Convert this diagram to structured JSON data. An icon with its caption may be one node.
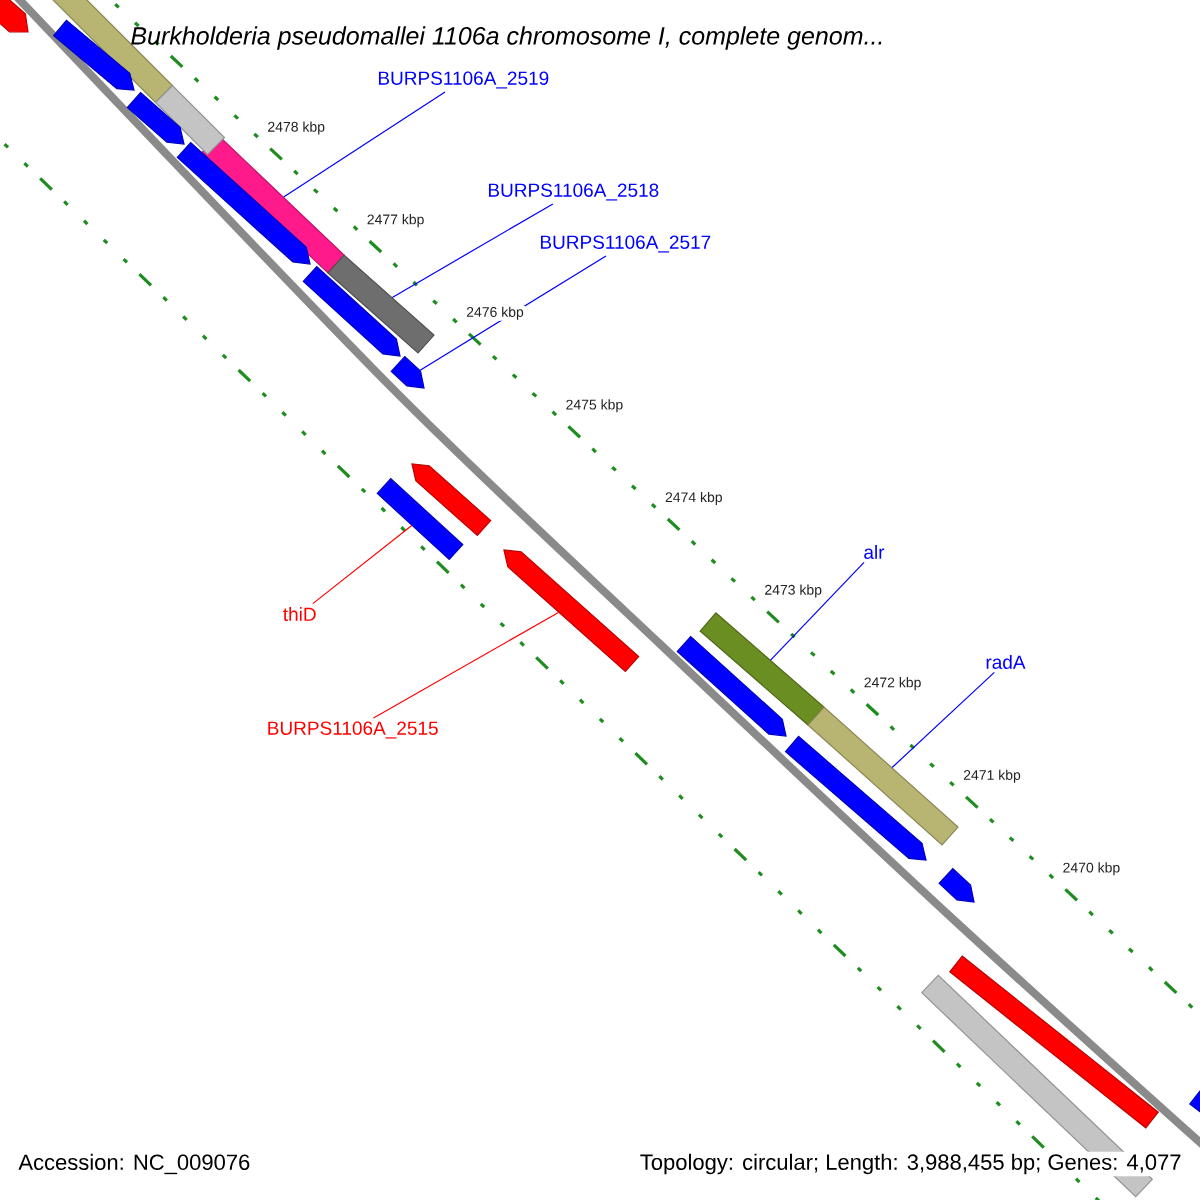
{
  "diagram": {
    "title": "Burkholderia pseudomallei 1106a chromosome I, complete genom...",
    "nodes": [
      {
        "text": [
          "BURPS1106A_2519"
        ]
      },
      {
        "text": [],
        "shape": "bar"
      },
      {
        "text": [
          "BURPS1106A_2518"
        ]
      },
      {
        "text": [],
        "shape": "bar"
      },
      {
        "text": [
          "BURPS1106A_2517"
        ]
      },
      {
        "text": [],
        "shape": "bar"
      },
      {
        "text": [
          "thiD"
        ]
      },
      {
        "text": [],
        "shape": "bar"
      },
      {
        "text": [
          "BURPS1106A_2515"
        ]
      },
      {
        "text": [],
        "shape": "bar"
      },
      {
        "text": [
          "alr"
        ]
      },
      {
        "text": [],
        "shape": "bar"
      },
      {
        "text": [
          "radA"
        ]
      },
      {
        "text": [],
        "shape": "bar"
      },
      {
        "text": [],
        "shape": "bar"
      },
      {
        "text": [],
        "shape": "bar"
      },
      {
        "text": [],
        "shape": "bar"
      },
      {
        "text": [],
        "shape": "bar"
      },
      {
        "text": [],
        "shape": "bar"
      },
      {
        "text": [],
        "shape": "bar"
      },
      {
        "text": [],
        "shape": "bar"
      },
      {
        "text": [],
        "shape": "bar"
      },
      {
        "text": [],
        "shape": "bar"
      },
      {
        "text": [],
        "shape": "bar"
      },
      {
        "text": [],
        "shape": "bar"
      },
      {
        "text": [],
        "shape": "bar"
      },
      {
        "text": [],
        "shape": "bar"
      },
      {
        "text": [],
        "shape": "bar"
      }
    ],
    "edges": [
      {
        "from": 0,
        "to": 1,
        "arrow": "none"
      },
      {
        "from": 2,
        "to": 3,
        "arrow": "none"
      },
      {
        "from": 4,
        "to": 5,
        "arrow": "none"
      },
      {
        "from": 6,
        "to": 7,
        "arrow": "none",
        "color": "#ff0000"
      },
      {
        "from": 8,
        "to": 9,
        "arrow": "none",
        "color": "#ff0000"
      },
      {
        "from": 10,
        "to": 11,
        "arrow": "none"
      },
      {
        "from": 12,
        "to": 13,
        "arrow": "none"
      }
    ],
    "labels": [
      "2478 kbp",
      "2477 kbp",
      "2476 kbp",
      "2475 kbp",
      "2474 kbp",
      "2473 kbp",
      "2472 kbp",
      "2471 kbp",
      "2470 kbp",
      "Accession: NC_009076",
      "Topology: circular; Length: 3,988,455 bp; Genes: 4,077"
    ]
  }
}
